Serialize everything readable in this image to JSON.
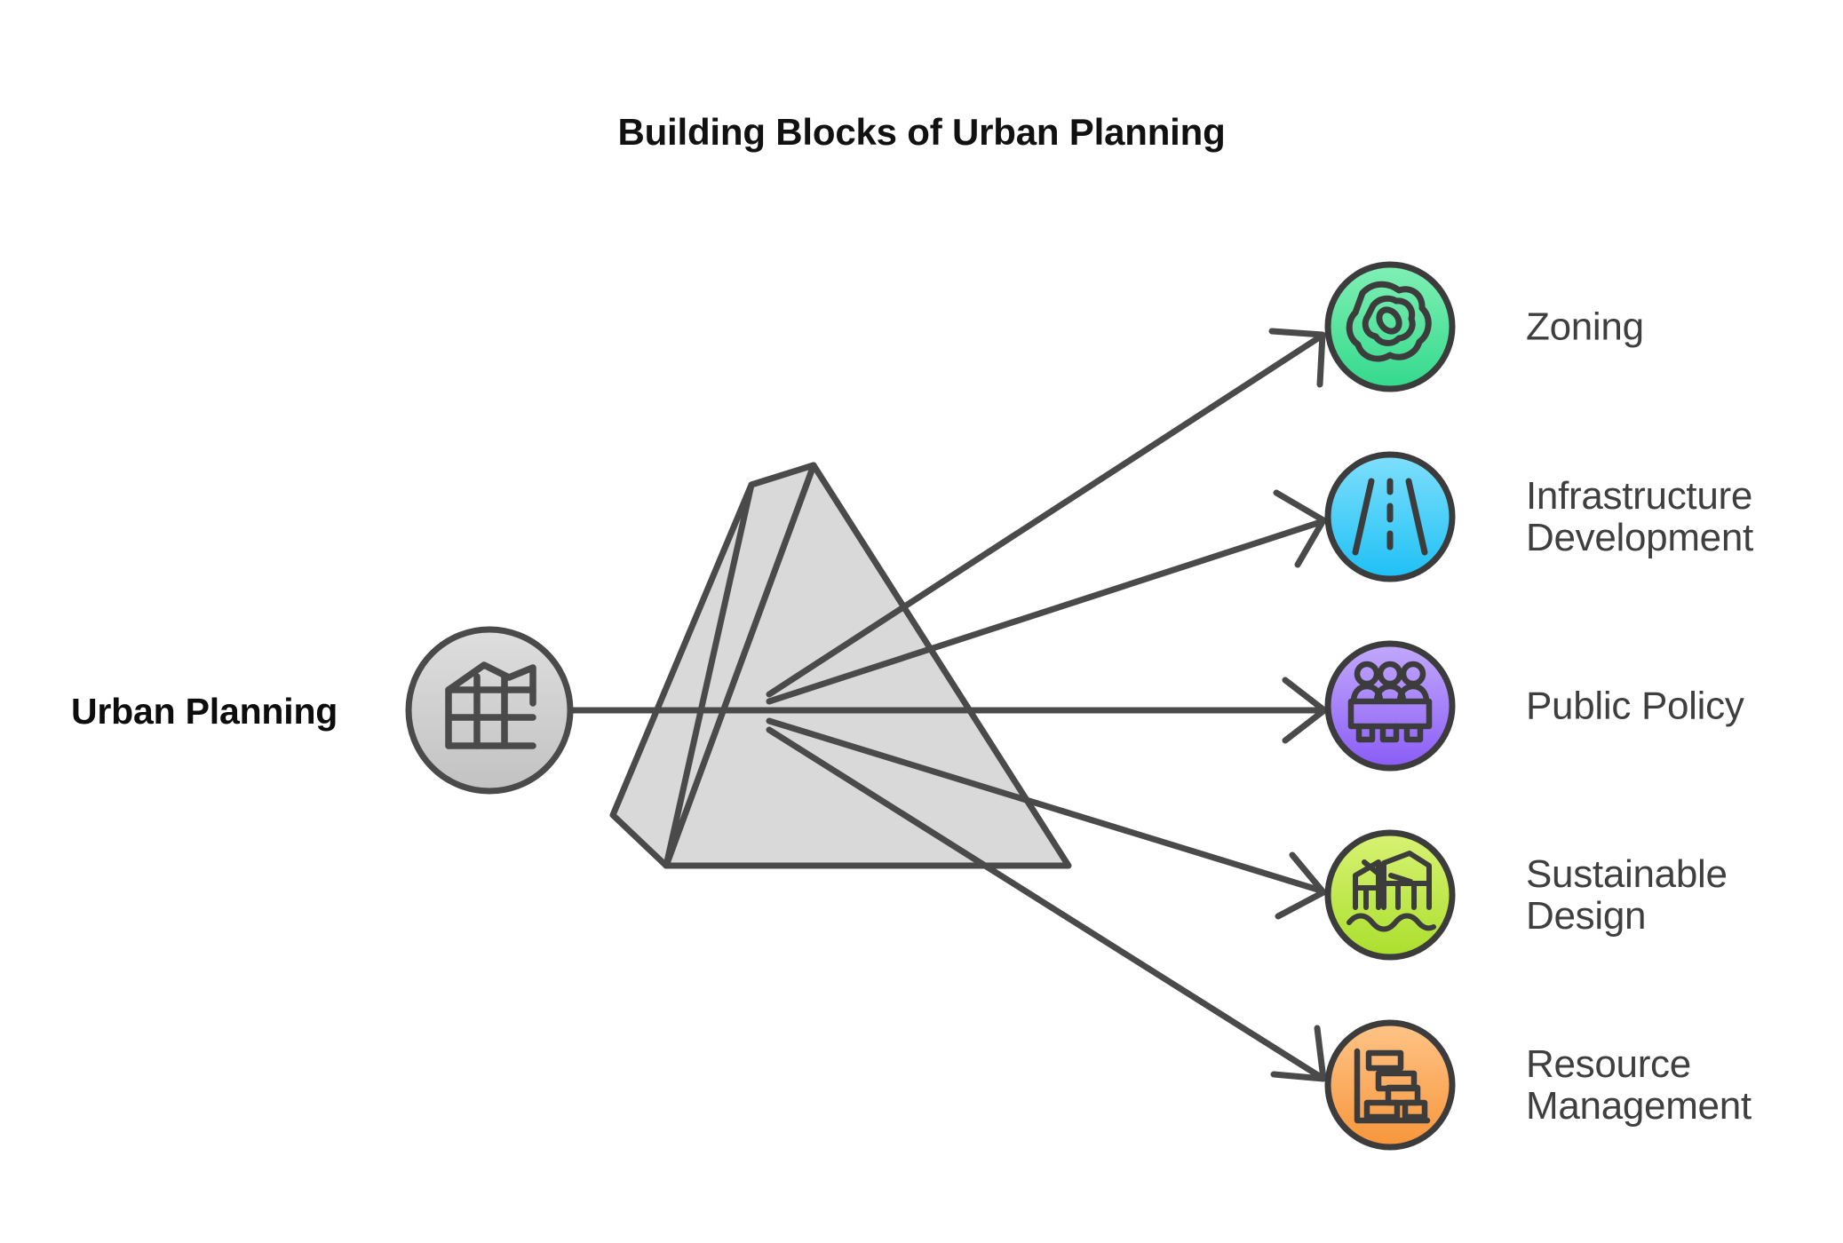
{
  "title": "Building Blocks of Urban Planning",
  "source": {
    "label": "Urban Planning",
    "icon": "city-buildings-grid-icon",
    "fill_top": "#dcdcdc",
    "fill_bottom": "#c4c4c4",
    "stroke": "#4a4a4a"
  },
  "prism": {
    "name": "light-dispersing-prism",
    "fill": "#d9d9d9",
    "stroke": "#4a4a4a"
  },
  "connector": {
    "stroke": "#4a4a4a",
    "arrowhead": "open-v-arrow"
  },
  "branches": [
    {
      "label": "Zoning",
      "icon": "zoning-contour-map-icon",
      "color_top": "#80f0b4",
      "color_bottom": "#33d98c",
      "stroke": "#3c3c3c"
    },
    {
      "label": "Infrastructure\nDevelopment",
      "icon": "road-highway-icon",
      "color_top": "#77dcfb",
      "color_bottom": "#20c0f5",
      "stroke": "#3c3c3c"
    },
    {
      "label": "Public Policy",
      "icon": "people-at-table-panel-icon",
      "color_top": "#c0a6fb",
      "color_bottom": "#8a5cf6",
      "stroke": "#3c3c3c"
    },
    {
      "label": "Sustainable\nDesign",
      "icon": "waterfront-buildings-icon",
      "color_top": "#d6f06a",
      "color_bottom": "#aee033",
      "stroke": "#3c3c3c"
    },
    {
      "label": "Resource\nManagement",
      "icon": "gantt-chart-icon",
      "color_top": "#ffc184",
      "color_bottom": "#f8993f",
      "stroke": "#3c3c3c"
    }
  ],
  "chart_data": {
    "type": "diagram",
    "title": "Building Blocks of Urban Planning",
    "root": "Urban Planning",
    "categories": [
      "Zoning",
      "Infrastructure Development",
      "Public Policy",
      "Sustainable Design",
      "Resource Management"
    ],
    "relationship": "prism-dispersion",
    "node_count": 5
  }
}
